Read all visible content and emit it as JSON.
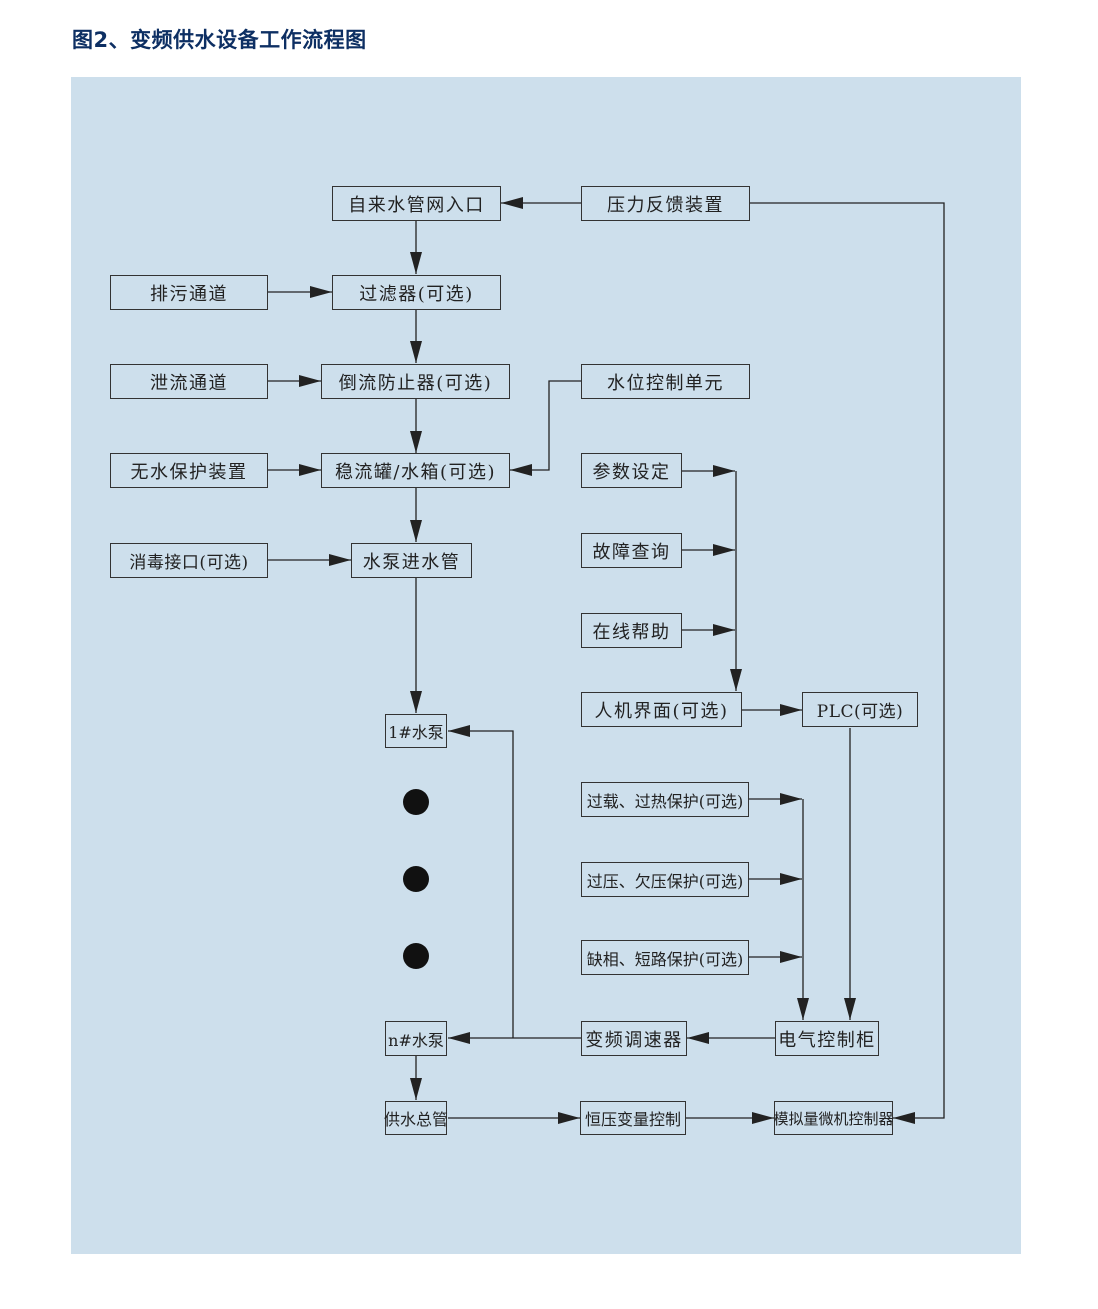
{
  "title": "图2、变频供水设备工作流程图",
  "colors": {
    "panel": "#cddfec",
    "line": "#222222",
    "title": "#0d2f63"
  },
  "boxes": {
    "water_inlet": "自来水管网入口",
    "pressure_feedback": "压力反馈装置",
    "sewage_channel": "排污通道",
    "filter": "过滤器(可选)",
    "relief_channel": "泄流通道",
    "backflow_preventer": "倒流防止器(可选)",
    "water_level_unit": "水位控制单元",
    "no_water_protection": "无水保护装置",
    "tank": "稳流罐/水箱(可选)",
    "param_setting": "参数设定",
    "disinfection_port": "消毒接口(可选)",
    "pump_inlet": "水泵进水管",
    "fault_query": "故障查询",
    "online_help": "在线帮助",
    "hmi": "人机界面(可选)",
    "plc": "PLC(可选)",
    "pump_1": "1#水泵",
    "overload_protection": "过载、过热保护(可选)",
    "overvoltage_protection": "过压、欠压保护(可选)",
    "phase_protection": "缺相、短路保护(可选)",
    "pump_n": "n#水泵",
    "vfd": "变频调速器",
    "electric_cabinet": "电气控制柜",
    "supply_main": "供水总管",
    "constant_pressure": "恒压变量控制",
    "analog_controller": "模拟量微机控制器"
  }
}
